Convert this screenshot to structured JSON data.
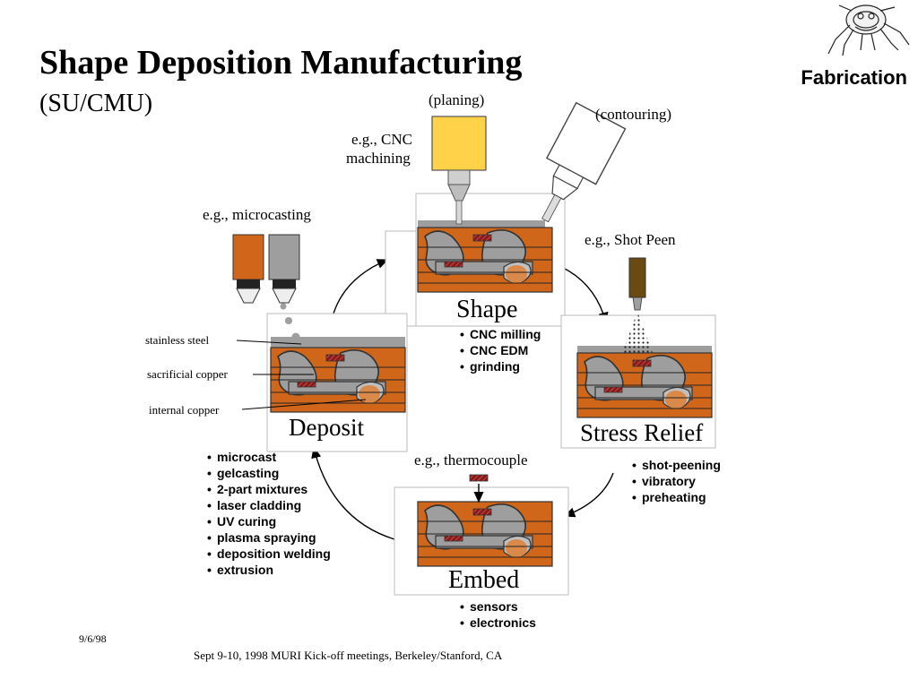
{
  "slide": {
    "title": "Shape Deposition Manufacturing",
    "subtitle": "(SU/CMU)",
    "section": "Fabrication",
    "logo_icon": "spider-robot-icon",
    "date": "9/6/98",
    "footer": "Sept 9-10, 1998 MURI Kick-off meetings, Berkeley/Stanford, CA"
  },
  "diagram": {
    "colors": {
      "copper": "#D0661A",
      "steel": "#9E9E9E",
      "planing_tool": "#FFD24A",
      "shot_peen": "#6B4A12",
      "component": "#8B1A1A",
      "outline": "#3C3C3C"
    },
    "shape": {
      "title": "Shape",
      "examples": [
        "e.g., CNC",
        "machining"
      ],
      "tool_labels": [
        "(planing)",
        "(contouring)"
      ],
      "items": [
        "CNC milling",
        "CNC EDM",
        "grinding"
      ]
    },
    "stress_relief": {
      "title": "Stress Relief",
      "example": "e.g., Shot Peen",
      "items": [
        "shot-peening",
        "vibratory",
        "preheating"
      ]
    },
    "embed": {
      "title": "Embed",
      "example": "e.g., thermocouple",
      "items": [
        "sensors",
        "electronics"
      ]
    },
    "deposit": {
      "title": "Deposit",
      "example": "e.g., microcasting",
      "layer_labels": [
        "stainless steel",
        "sacrificial copper",
        "internal copper"
      ],
      "items": [
        "microcast",
        "gelcasting",
        "2-part mixtures",
        "laser cladding",
        "UV curing",
        "plasma spraying",
        "deposition welding",
        "extrusion"
      ]
    }
  }
}
